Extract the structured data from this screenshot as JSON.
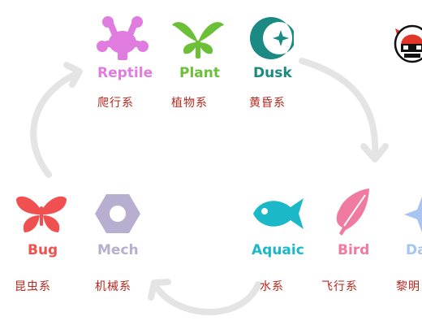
{
  "types": {
    "reptile": {
      "en": "Reptile",
      "zh": "爬行系",
      "color": "#e07be0",
      "icon": "reptile-foot-icon"
    },
    "plant": {
      "en": "Plant",
      "zh": "植物系",
      "color": "#6cc038",
      "icon": "leaf-icon"
    },
    "dusk": {
      "en": "Dusk",
      "zh": "黄昏系",
      "color": "#1a8a82",
      "icon": "crescent-moon-star-icon"
    },
    "bug": {
      "en": "Bug",
      "zh": "昆虫系",
      "color": "#f05050",
      "icon": "butterfly-icon"
    },
    "mech": {
      "en": "Mech",
      "zh": "机械系",
      "color": "#b8aed0",
      "icon": "hex-nut-icon"
    },
    "aquatic": {
      "en": "Aquaic",
      "zh": "水系",
      "color": "#1ab8c8",
      "icon": "fish-icon"
    },
    "bird": {
      "en": "Bird",
      "zh": "飞行系",
      "color": "#f07aa0",
      "icon": "feather-icon"
    },
    "dawn": {
      "en": "Da",
      "zh": "黎明",
      "color": "#a8c4f0",
      "icon": "sparkle-icon"
    }
  },
  "colors": {
    "arrow": "#e4e4e4",
    "chinese_label": "#b4281e"
  },
  "logo_icon": "helmet-logo-icon"
}
